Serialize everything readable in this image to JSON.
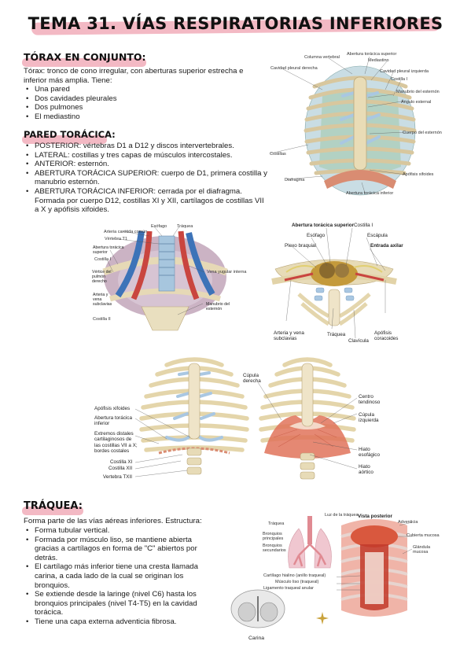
{
  "title": "TEMA 31. VÍAS RESPIRATORIAS INFERIORES",
  "torax": {
    "heading": "TÓRAX EN CONJUNTO:",
    "intro": "Tórax: tronco de cono irregular, con aberturas superior estrecha e inferior más amplia. Tiene:",
    "items": [
      "Una pared",
      "Dos cavidades pleurales",
      "Dos pulmones",
      "El mediastino"
    ]
  },
  "pared": {
    "heading": "PARED TORÁCICA:",
    "items": [
      "POSTERIOR: vértebras D1 a D12 y discos intervertebrales.",
      "LATERAL: costillas y tres capas de músculos intercostales.",
      "ANTERIOR: esternón.",
      "ABERTURA TORÁCICA SUPERIOR: cuerpo de D1, primera costilla y manubrio esternón.",
      "ABERTURA TORÁCICA INFERIOR: cerrada por el diafragma. Formada por cuerpo D12, costillas XI y XII, cartílagos de costillas VII a X y apófisis xifoides."
    ]
  },
  "traquea": {
    "heading": "TRÁQUEA:",
    "intro": "Forma parte de las vías aéreas inferiores. Estructura:",
    "items": [
      "Forma tubular vertical.",
      "Formada por músculo liso, se mantiene abierta gracias a cartílagos en forma de \"C\" abiertos por detrás.",
      "El cartílago más inferior tiene una cresta llamada carina, a cada lado de la cual se originan los bronquios.",
      "Se extiende desde la laringe (nivel C6) hasta los bronquios principales (nivel T4-T5) en la cavidad torácica.",
      "Tiene una capa externa adventicia fibrosa."
    ]
  },
  "fig1_labels": [
    "Columna vertebral",
    "Abertura torácica superior",
    "Mediastino",
    "Cavidad pleural derecha",
    "Cavidad pleural izquierda",
    "Costilla I",
    "Manubrio del esternón",
    "Ángulo esternal",
    "Cuerpo del esternón",
    "Apófisis xifoides",
    "Costillas",
    "Diafragma",
    "Abertura torácica inferior"
  ],
  "fig2_labels": [
    "Arteria carótida común",
    "Esófago",
    "Tráquea",
    "Vértebra T1",
    "Abertura torácica superior",
    "Costilla I",
    "Vértice del pulmón derecho",
    "Arteria y vena subclavias",
    "Costilla II",
    "Vena yugular interna",
    "Manubrio del esternón"
  ],
  "fig3_labels": [
    "Abertura torácica superior",
    "Costilla I",
    "Esófago",
    "Escápula",
    "Plexo braquial",
    "Entrada axilar",
    "Arteria y vena subclavias",
    "Tráquea",
    "Clavícula",
    "Apófisis coracoides"
  ],
  "fig4_labels": [
    "Apófisis xifoides",
    "Abertura torácica inferior",
    "Extremos distales cartilaginosos de las costillas VII a X; bordes costales",
    "Costilla XI",
    "Costilla XII",
    "Vertebra TXII"
  ],
  "fig5_labels": [
    "Cúpula derecha",
    "Centro tendinoso",
    "Cúpula izquierda",
    "Hiato esofágico",
    "Hiato aórtico"
  ],
  "fig6_labels": [
    "Luz de la tráquea",
    "Tráquea",
    "Bronquios principales",
    "Bronquios secundarios",
    "Cartílago hialino (anillo traqueal)",
    "Músculo liso (traqueal)",
    "Ligamento traqueal anular"
  ],
  "fig7_labels": [
    "Vista posterior",
    "Adventicia",
    "Cubierta mucosa",
    "Glándula mucosa"
  ],
  "fig8_labels": [
    "Carina"
  ],
  "colors": {
    "highlight": "#f3b9c4",
    "bone": "#efe4c8",
    "cartilage": "#bcd3e8",
    "muscle": "#d98c72"
  }
}
